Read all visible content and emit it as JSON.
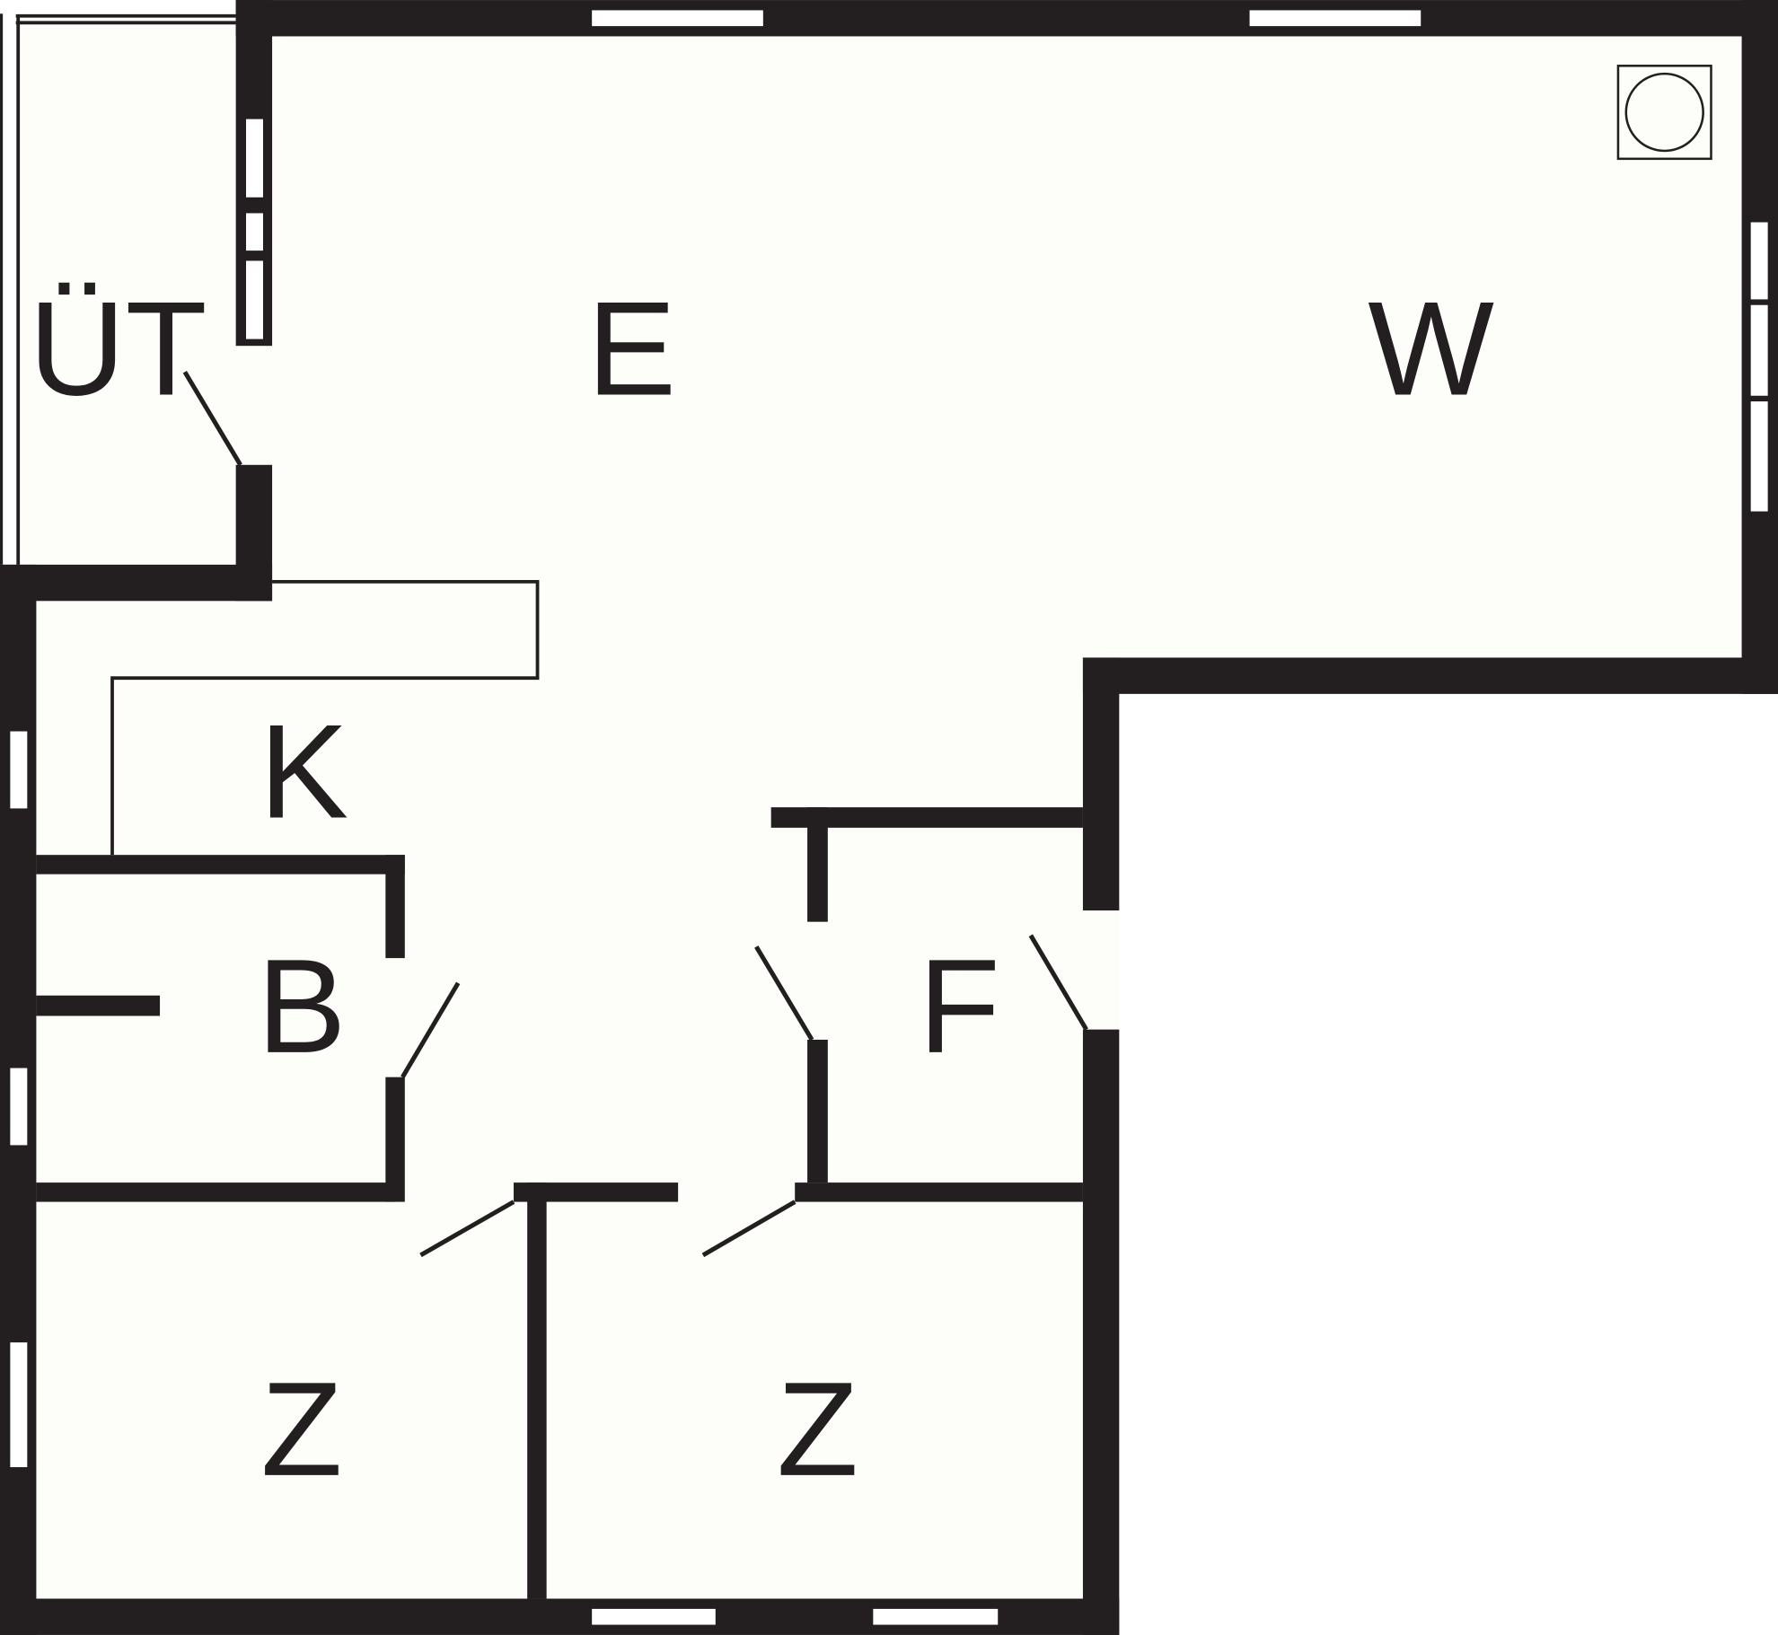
{
  "floorplan": {
    "rooms": {
      "utility": "ÜT",
      "entrance": "E",
      "living": "W",
      "kitchen": "K",
      "bathroom": "B",
      "hallway": "F",
      "bedroom_1": "Z",
      "bedroom_2": "Z"
    },
    "colors": {
      "wall": "#231f20",
      "floor": "#fdfdf9"
    }
  }
}
